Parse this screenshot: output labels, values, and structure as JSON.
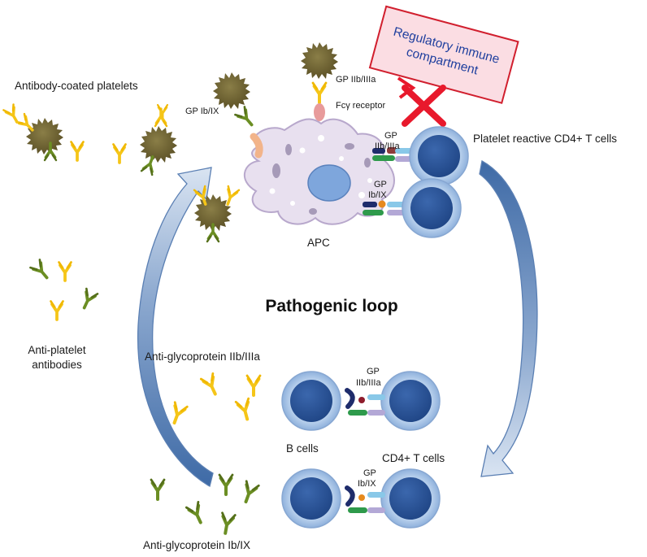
{
  "labels": {
    "antibody_coated_platelets": "Antibody-coated platelets",
    "gp_ib_ix_top": "GP Ib/IX",
    "gp_iib_iiia_top": "GP IIb/IIIa",
    "fc_receptor": "Fcγ receptor",
    "regulatory_line1": "Regulatory immune",
    "regulatory_line2": "compartment",
    "platelet_reactive_cd4": "Platelet reactive CD4+ T cells",
    "gp_label": "GP",
    "iib_iiia": "IIb/IIIa",
    "ib_ix": "Ib/IX",
    "apc": "APC",
    "pathogenic_loop": "Pathogenic loop",
    "anti_platelet_line1": "Anti-platelet",
    "anti_platelet_line2": "antibodies",
    "anti_gp_iib_iiia": "Anti-glycoprotein IIb/IIIa",
    "b_cells": "B cells",
    "cd4_t_cells": "CD4+ T cells",
    "anti_gp_ib_ix": "Anti-glycoprotein Ib/IX"
  },
  "colors": {
    "platelet": "#7b6e3a",
    "antibody_yellow": "#f5c518",
    "antibody_green": "#6b8e23",
    "cell_outer": "#a9c4e6",
    "cell_nucleus": "#2c5496",
    "arrow_fill": "#6f8fbb",
    "inhibit_x": "#e8192c",
    "reg_box_fill": "#fbdde3"
  }
}
